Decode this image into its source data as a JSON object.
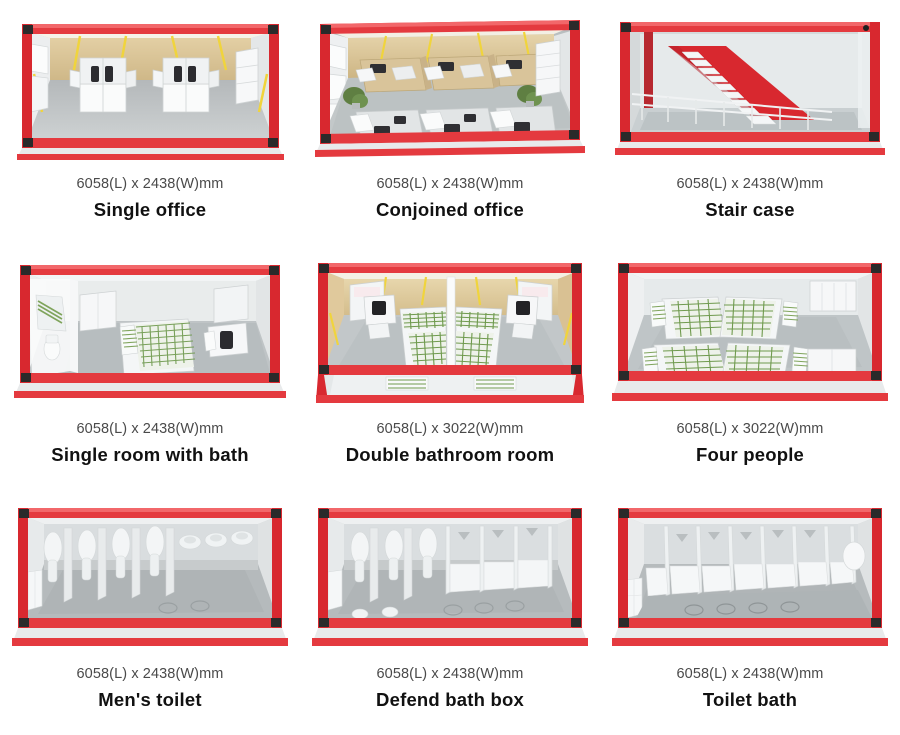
{
  "page": {
    "background": "#ffffff",
    "layout": "3x3 product grid",
    "frame_color": "#e43a3f",
    "frame_color_dark": "#c01f28",
    "frame_color_light": "#f26a6c",
    "corner_fitting_color": "#2a2a2a",
    "wall_panel_color": "#e7e9ea",
    "wood_wall_color": "#ddc79a",
    "floor_color": "#b9bdbf",
    "furniture_color": "#f2f3f4",
    "bedding_green": "#6f9a4e",
    "accent_yellow": "#f0d43c"
  },
  "items": [
    {
      "id": "single-office",
      "dimensions": "6058(L) x 2438(W)mm",
      "name": "Single office",
      "render": "single-office-render"
    },
    {
      "id": "conjoined-office",
      "dimensions": "6058(L) x 2438(W)mm",
      "name": "Conjoined office",
      "render": "conjoined-office-render"
    },
    {
      "id": "stair-case",
      "dimensions": "6058(L) x 2438(W)mm",
      "name": "Stair case",
      "render": "stair-case-render"
    },
    {
      "id": "single-room-with-bath",
      "dimensions": "6058(L) x 2438(W)mm",
      "name": "Single room with bath",
      "render": "single-room-with-bath-render"
    },
    {
      "id": "double-bathroom-room",
      "dimensions": "6058(L) x 3022(W)mm",
      "name": "Double bathroom room",
      "render": "double-bathroom-room-render"
    },
    {
      "id": "four-people",
      "dimensions": "6058(L) x 3022(W)mm",
      "name": "Four people",
      "render": "four-people-render"
    },
    {
      "id": "mens-toilet",
      "dimensions": "6058(L) x 2438(W)mm",
      "name": "Men's toilet",
      "render": "mens-toilet-render"
    },
    {
      "id": "defend-bath-box",
      "dimensions": "6058(L) x 2438(W)mm",
      "name": "Defend bath box",
      "render": "defend-bath-box-render"
    },
    {
      "id": "toilet-bath",
      "dimensions": "6058(L) x 2438(W)mm",
      "name": "Toilet bath",
      "render": "toilet-bath-render"
    }
  ]
}
